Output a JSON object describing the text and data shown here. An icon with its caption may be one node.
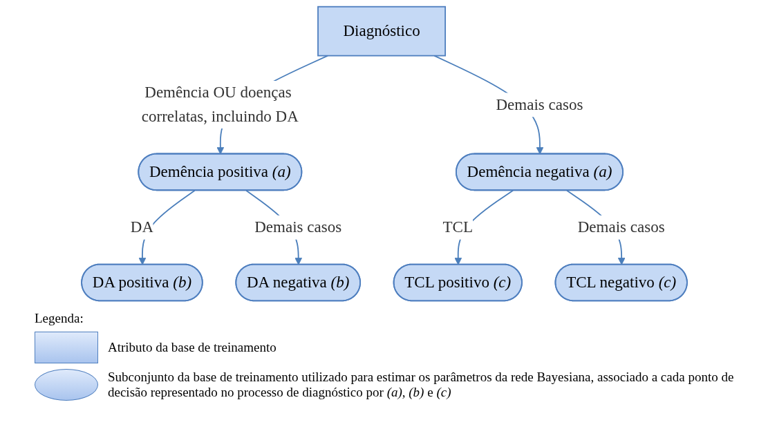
{
  "diagram": {
    "nodes": [
      {
        "text": [
          "Diagnóstico"
        ]
      },
      {
        "text": [
          "Demência positiva *(a)*"
        ]
      },
      {
        "text": [
          "Demência negativa *(a)*"
        ]
      },
      {
        "text": [
          "DA positiva *(b)*"
        ]
      },
      {
        "text": [
          "DA negativa *(b)*"
        ]
      },
      {
        "text": [
          "TCL positivo *(c)*"
        ]
      },
      {
        "text": [
          "TCL negativo *(c)*"
        ]
      }
    ],
    "edges": [
      {
        "from": 0,
        "to": 1,
        "arrow": "to",
        "label": "Demência OU doenças correlatas, incluindo DA"
      },
      {
        "from": 0,
        "to": 2,
        "arrow": "to",
        "label": "Demais casos"
      },
      {
        "from": 1,
        "to": 3,
        "arrow": "to",
        "label": "DA"
      },
      {
        "from": 1,
        "to": 4,
        "arrow": "to",
        "label": "Demais casos"
      },
      {
        "from": 2,
        "to": 5,
        "arrow": "to",
        "label": "TCL"
      },
      {
        "from": 2,
        "to": 6,
        "arrow": "to",
        "label": "Demais casos"
      }
    ],
    "labels": [
      "Legenda:"
    ],
    "legend": [
      {
        "text": "Atributo da base de treinamento"
      },
      {
        "text": "Subconjunto da base de treinamento utilizado para estimar os parâmetros da rede Bayesiana, associado a cada ponto de decisão representado no processo de diagnóstico por *(a)*, *(b)* e *(c)*"
      }
    ]
  }
}
